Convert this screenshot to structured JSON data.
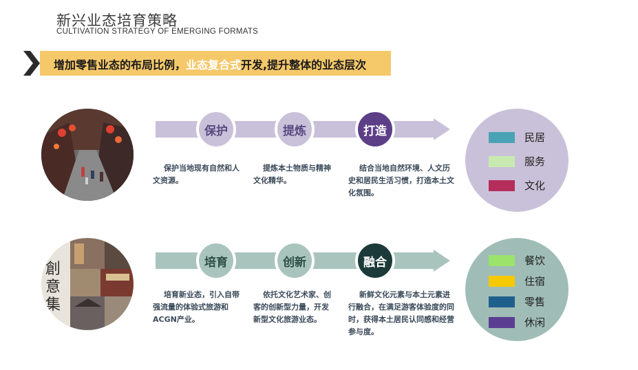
{
  "header": {
    "title_cn": "新兴业态培育策略",
    "title_en": "CULTIVATION STRATEGY OF EMERGING FORMATS"
  },
  "banner": {
    "part1": "增加零售业态的布局比例，",
    "part2": "业态复合式",
    "part3": "开发,提升整体的业态层次"
  },
  "rows": [
    {
      "nodes": [
        {
          "label": "保护",
          "desc": "保护当地现有自然和人文资源。"
        },
        {
          "label": "提炼",
          "desc": "提炼本土物质与精神文化精华。"
        },
        {
          "label": "打造",
          "desc": "结合当地自然环境、人文历史和居民生活习惯，打造本土文化氛围。"
        }
      ],
      "legend": [
        {
          "label": "民居",
          "color": "#4aa3b5"
        },
        {
          "label": "服务",
          "color": "#c8eab0"
        },
        {
          "label": "文化",
          "color": "#b52d5a"
        }
      ],
      "colors": {
        "band": "#c9c1d9",
        "node": "#c9c1d9",
        "node_text": "#5a4a82",
        "last_node": "#5c3f86",
        "last_node_text": "#ffffff",
        "big_circle": "#c9c1d9"
      }
    },
    {
      "nodes": [
        {
          "label": "培育",
          "desc": "培育新业态，引入自带强流量的体验式旅游和ACGN产业。"
        },
        {
          "label": "创新",
          "desc": "依托文化艺术家、创客的创新型力量，开发新型文化旅游业态。"
        },
        {
          "label": "融合",
          "desc": "新鲜文化元素与本土元素进行融合，在满足游客体验度的同时，获得本土居民认同感和经营参与度。"
        }
      ],
      "legend": [
        {
          "label": "餐饮",
          "color": "#9be36a"
        },
        {
          "label": "住宿",
          "color": "#f5c800"
        },
        {
          "label": "零售",
          "color": "#1f5f8c"
        },
        {
          "label": "休闲",
          "color": "#5b3e91"
        }
      ],
      "colors": {
        "band": "#a9c4bc",
        "node": "#a9c4bc",
        "node_text": "#2c4f46",
        "last_node": "#1c3a3a",
        "last_node_text": "#ffffff",
        "big_circle": "#9fbdb6"
      }
    }
  ]
}
